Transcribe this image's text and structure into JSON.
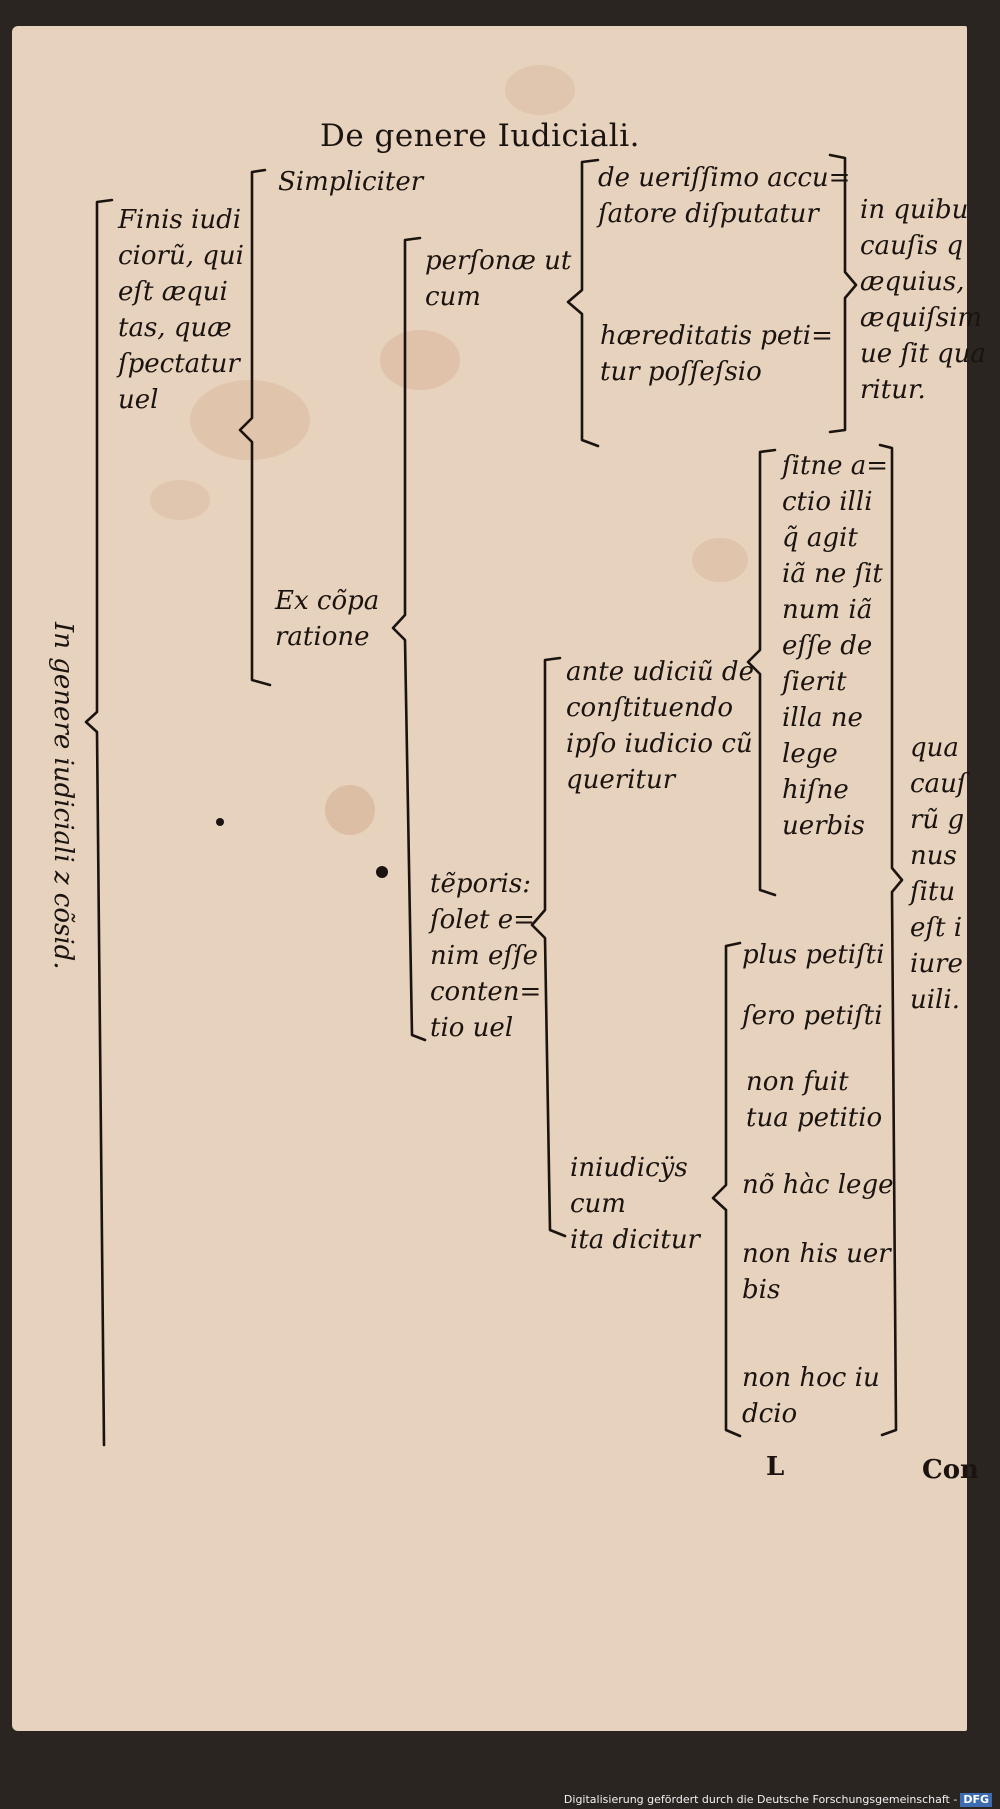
{
  "header": {
    "title": "De genere Iudiciali."
  },
  "spine": {
    "text": "In genere iudiciali z cõsid."
  },
  "tree": {
    "root_a": "Finis iudi\nciorũ, qui\neſt æqui\ntas, quæ\nſpectatur\nuel",
    "simpliciter": "Simpliciter",
    "ex_comparatione": "Ex cõpa\nratione",
    "personae": "perſonæ ut\ncum",
    "de_uerissimo": "de ueriſſimo accu=\nſatore diſputatur",
    "haereditatis": "hæreditatis peti=\ntur poſſeſsio",
    "in_quibus": "in quibu\ncauſis q\næquius,\næquiſsim\nue ſit qua\nritur.",
    "sitne": "ſitne a=\nctio illi\nq̃ agit\niã ne ſit\nnum iã\neſſe de\nſierit\nilla ne\nlege\nhiſne\nuerbis",
    "ante_iudicium": "ante udiciũ de\nconſtituendo\nipſo iudicio cũ\nqueritur",
    "temporis": "tẽporis:\nſolet e=\nnim eſſe\nconten=\ntio uel",
    "in_iudiciis": "iniudicÿs\ncum\nita dicitur",
    "plus_petisti": "plus petiſti",
    "sero_petisti": "ſero petiſti",
    "non_fuit": "non fuit\ntua petitio",
    "non_hac_lege": "nõ hàc lege",
    "non_his_uerbis": "non his uer\nbis",
    "non_hoc_iudicio": "non hoc iu\ndcio",
    "qua_causarum": "qua\ncauſ\nrũ g\nnus\nſitu\neſt i\niure\nuili."
  },
  "signature": "L",
  "catchword": "Con",
  "footer": {
    "text": "Digitalisierung gefördert durch die Deutsche Forschungsgemeinschaft -",
    "logo": "DFG"
  },
  "colors": {
    "paper": "#e6d2bd",
    "ink": "#1a130f",
    "border": "#2b2522"
  }
}
